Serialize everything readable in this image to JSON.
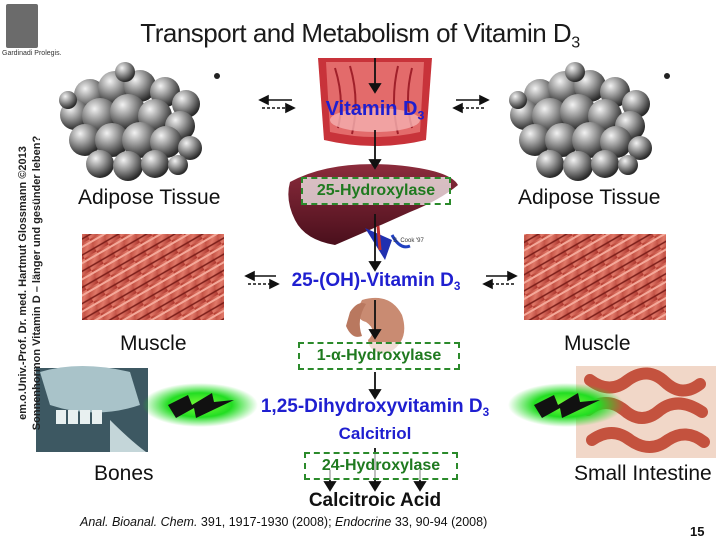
{
  "title": {
    "main": "Transport and Metabolism of Vitamin D",
    "sub": "3"
  },
  "logo_caption": "Gardinadi Prolegis.",
  "side_text": {
    "line1": "em.o.Univ.-Prof. Dr. med. Hartmut Glossmann ©2013",
    "line2": "Sonnenhormon Vitamin D – länger und gesünder leben?"
  },
  "vitamin_d3": {
    "main": "Vitamin D",
    "sub": "3"
  },
  "hydroxyvit": {
    "main": "25-(OH)-Vitamin D",
    "sub": "3"
  },
  "dihydroxy": {
    "main": "1,25-Dihydroxyvitamin D",
    "sub": "3"
  },
  "calcitriol": "Calcitriol",
  "calcitroic": "Calcitroic Acid",
  "enzymes": {
    "e25": "25-Hydroxylase",
    "e1a": "1-α-Hydroxylase",
    "e24": "24-Hydroxylase"
  },
  "tissues": {
    "adipose_left": "Adipose Tissue",
    "adipose_right": "Adipose Tissue",
    "muscle_left": "Muscle",
    "muscle_right": "Muscle",
    "bones": "Bones",
    "intestine": "Small Intestine"
  },
  "liver_credit": "S. Cook '97",
  "citation": {
    "j1": "Anal. Bioanal. Chem.",
    "r1": " 391, 1917-1930 (2008); ",
    "j2": "Endocrine",
    "r2": "  33, 90-94 (2008)"
  },
  "page_number": "15",
  "colors": {
    "blue_text": "#1f1fd0",
    "enzyme_green": "#2b8a2b",
    "glow_green": "#22dd22"
  }
}
